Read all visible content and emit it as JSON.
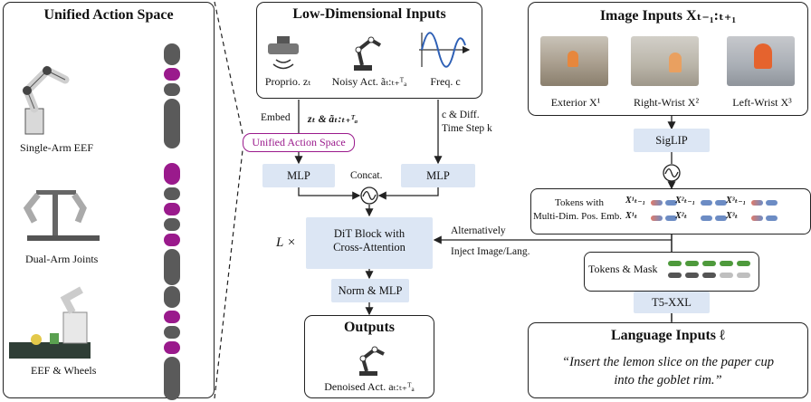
{
  "left_panel": {
    "title": "Unified Action Space",
    "robots": [
      {
        "caption": "Single-Arm EEF"
      },
      {
        "caption": "Dual-Arm Joints"
      },
      {
        "caption": "EEF & Wheels"
      }
    ]
  },
  "low_dim": {
    "title": "Low-Dimensional Inputs",
    "items": [
      "Proprio. zₜ",
      "Noisy Act. ãₜ:ₜ₊ᵀₐ",
      "Freq. c"
    ],
    "embed_label": "Embed",
    "embed_vars": "zₜ & ãₜ:ₜ₊ᵀₐ",
    "unified_box": "Unified Action Space",
    "diff_label_1": "c & Diff.",
    "diff_label_2": "Time Step k",
    "mlp_left": "MLP",
    "mlp_right": "MLP",
    "concat": "Concat.",
    "dit_line1": "DiT Block with",
    "dit_line2": "Cross-Attention",
    "repeat": "L ×",
    "norm": "Norm & MLP",
    "alt_1": "Alternatively",
    "alt_2": "Inject Image/Lang."
  },
  "outputs": {
    "title": "Outputs",
    "caption": "Denoised Act. aₜ:ₜ₊ᵀₐ"
  },
  "image_inputs": {
    "title": "Image Inputs Xₜ₋₁:ₜ₊₁",
    "captions": [
      "Exterior X¹",
      "Right-Wrist X²",
      "Left-Wrist X³"
    ],
    "siglip": "SigLIP",
    "tokens_line1": "Tokens with",
    "tokens_line2": "Multi-Dim. Pos. Emb.",
    "row1_labels": [
      "X¹ₜ₋₁",
      "X²ₜ₋₁",
      "X³ₜ₋₁"
    ],
    "row2_labels": [
      "X¹ₜ",
      "X²ₜ",
      "X³ₜ"
    ],
    "tokens_mask": "Tokens & Mask",
    "t5": "T5-XXL"
  },
  "language": {
    "title": "Language Inputs ℓ",
    "text_line1": "“Insert the lemon slice on the paper cup",
    "text_line2": "into the goblet rim.”"
  },
  "colors": {
    "magenta": "#9a1a8c",
    "pink_ribbon": "#f0b9e4",
    "blue_block": "#dce6f4",
    "token_blue": "#6c8cc4",
    "token_red": "#e07a6a",
    "token_green": "#4e9a3c",
    "token_gray": "#bfbfbf"
  }
}
